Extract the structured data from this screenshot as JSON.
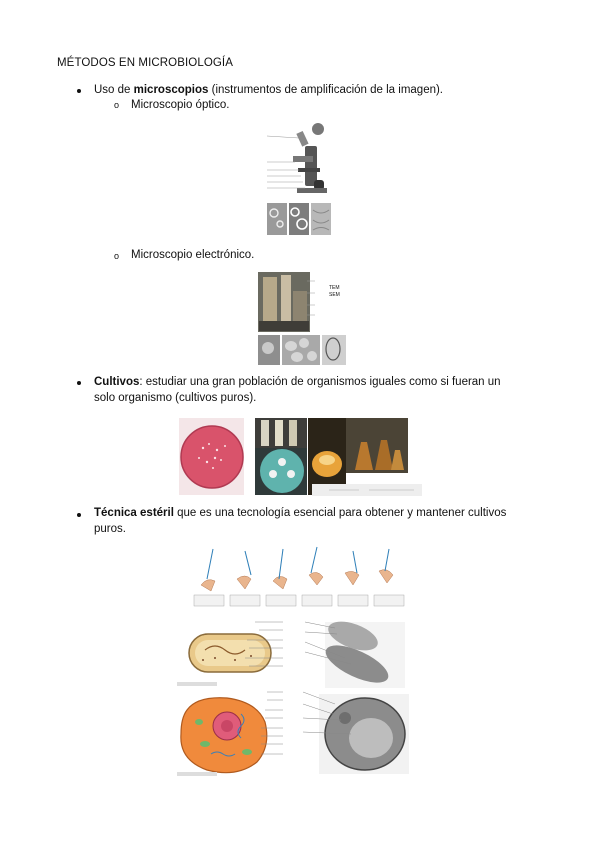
{
  "title": "MÉTODOS EN MICROBIOLOGÍA",
  "bullet1": {
    "prefix": "Uso de ",
    "bold": "microscopios",
    "suffix": " (instrumentos de amplificación de la imagen).",
    "sub1": "Microscopio óptico.",
    "sub2": "Microscopio electrónico.",
    "sub_marker": "o",
    "em_labels": [
      "TEM",
      "SEM"
    ]
  },
  "bullet2": {
    "bold": "Cultivos",
    "line1": ": estudiar una gran población de organismos iguales como si fueran un",
    "line2": "solo organismo (cultivos puros)."
  },
  "bullet3": {
    "bold": "Técnica estéril",
    "line1": " que es una tecnología esencial para obtener y mantener cultivos",
    "line2": "puros."
  },
  "colors": {
    "text": "#111111",
    "petri_red": "#d9536b",
    "petri_teal": "#5fb3ad",
    "broth_orange": "#e8a33a",
    "prokaryote_tan": "#e9c98a",
    "eukaryote_orange": "#f08a3c"
  }
}
